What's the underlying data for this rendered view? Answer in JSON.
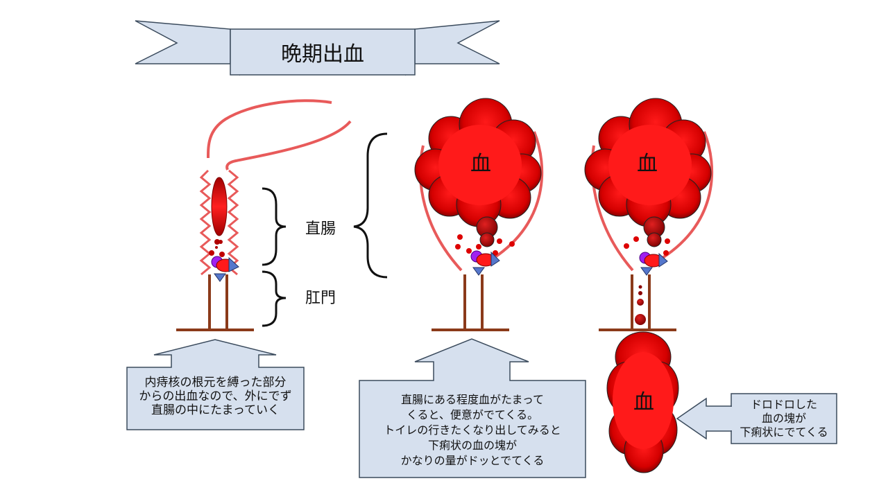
{
  "title": "晩期出血",
  "labels": {
    "rectum": "直腸",
    "anus": "肛門",
    "blood": "血"
  },
  "callouts": {
    "left": [
      "内痔核の根元を縛った部分",
      "からの出血なので、外にでず",
      "直腸の中にたまっていく"
    ],
    "middle": [
      "直腸にある程度血がたまって",
      "くると、便意がでてくる。",
      "トイレの行きたくなり出してみると",
      "下痢状の血の塊が",
      "かなりの量がドッとでてくる"
    ],
    "right": [
      "ドロドロした",
      "血の塊が",
      "下痢状にでてくる"
    ]
  },
  "colors": {
    "banner_fill": "#d6e0ee",
    "banner_stroke": "#3a4a5c",
    "callout_fill": "#d6e0ee",
    "rectum_line": "#e85a5a",
    "blood_dark": "#8b0000",
    "blood_bright": "#ff1a1a",
    "anal_canal": "#8b3a1a"
  }
}
